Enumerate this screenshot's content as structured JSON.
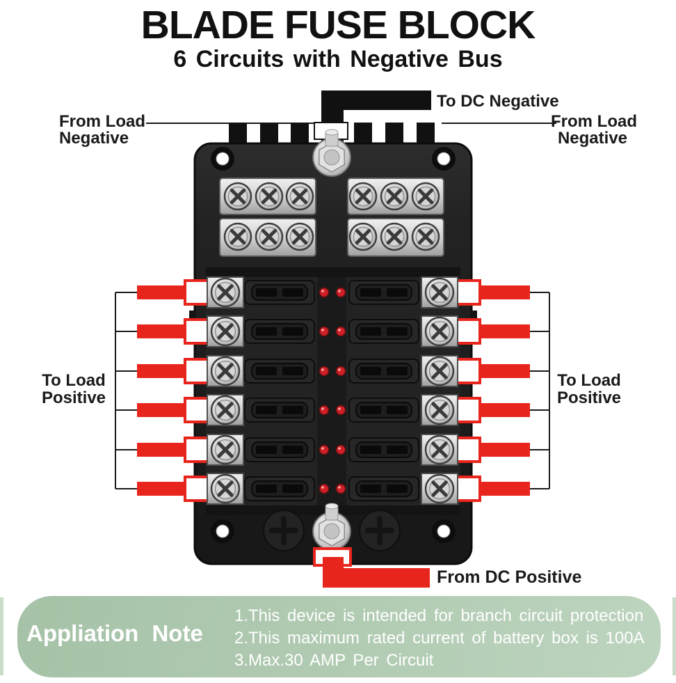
{
  "title": "BLADE FUSE BLOCK",
  "subtitle": "6 Circuits with Negative Bus",
  "labels": {
    "to_dc_negative": "To DC Negative",
    "from_load_negative_left": {
      "line1": "From Load",
      "line2": "Negative"
    },
    "from_load_negative_right": {
      "line1": "From Load",
      "line2": "Negative"
    },
    "to_load_positive_left": {
      "line1": "To Load",
      "line2": "Positive"
    },
    "to_load_positive_right": {
      "line1": "To Load",
      "line2": "Positive"
    },
    "from_dc_positive": "From DC Positive"
  },
  "note_panel": {
    "heading": "Appliation  Note",
    "items": [
      "1.This device is intended for branch circuit protection",
      "2.This maximum rated current of battery box is 100A",
      "3.Max.30 AMP Per Circuit"
    ]
  },
  "device": {
    "type": "blade-fuse-block",
    "circuits": 6,
    "fuse_rows": 6,
    "leds_per_row": 2,
    "negative_bus_screws_per_plate": 3,
    "negative_bus_rows": 2
  },
  "colors": {
    "wire_red": "#e8251c",
    "led_red": "#cf2028",
    "body_black": "#1e1e1e",
    "silver": "#d6d6d6",
    "panel_green_start": "#a5c2a7",
    "panel_green_end": "#bdd4be",
    "text_dark": "#1a1a1a",
    "note_text": "#ffffff"
  }
}
